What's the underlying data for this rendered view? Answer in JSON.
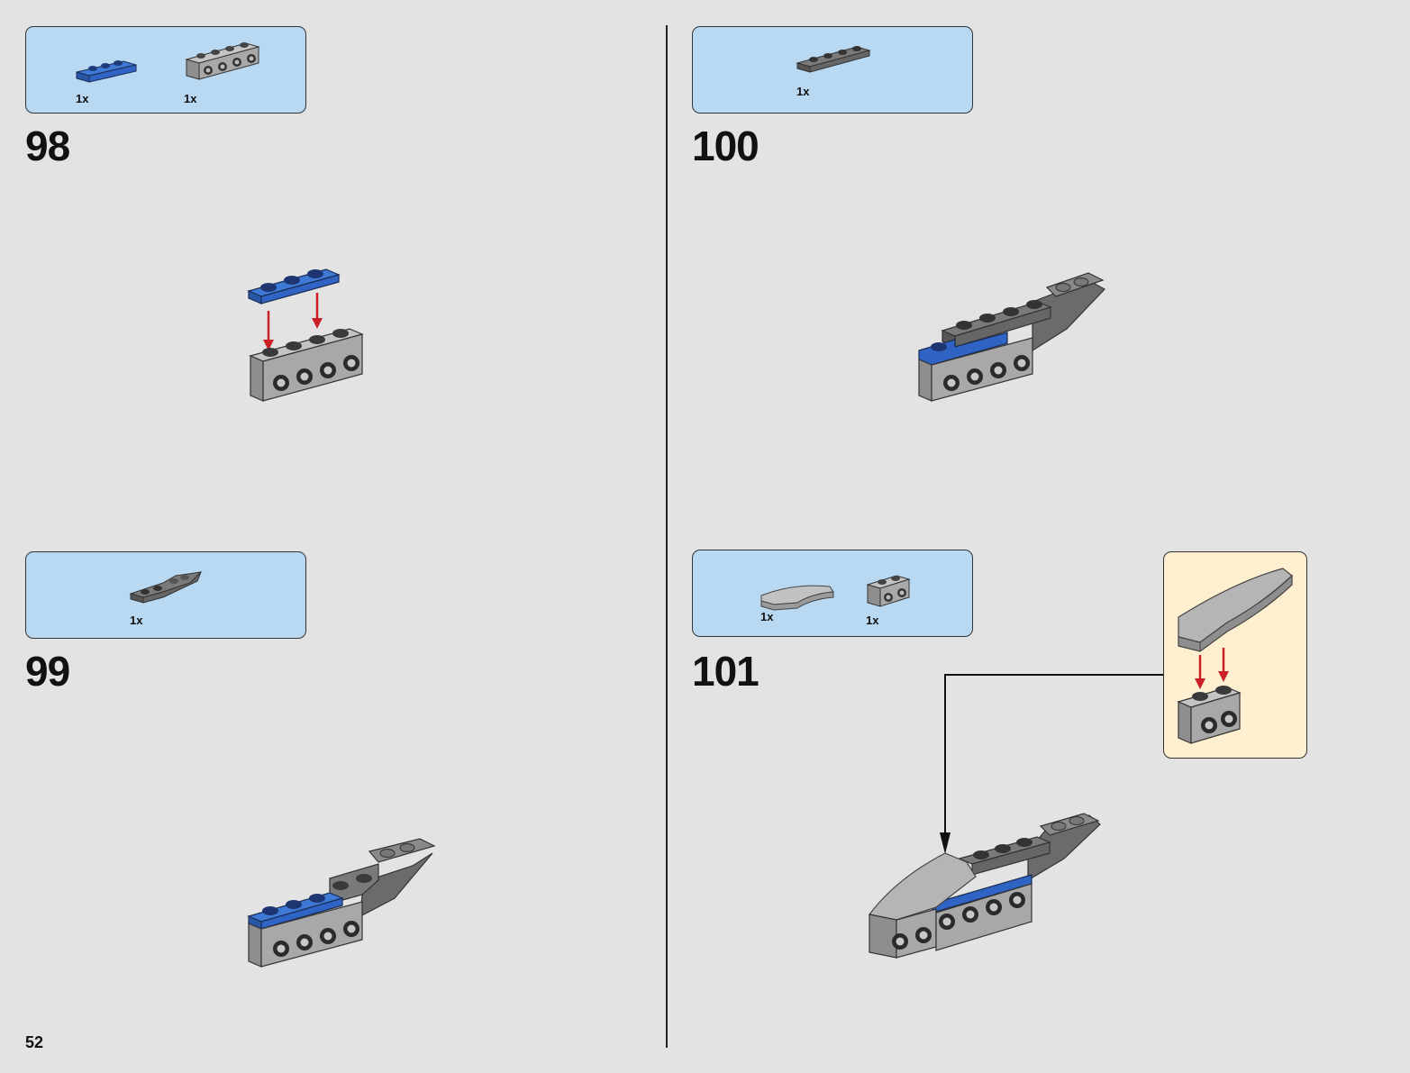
{
  "page_number": "52",
  "steps": [
    {
      "number": "98",
      "parts": [
        {
          "qty": "1x",
          "part": "blue-plate-1x3"
        },
        {
          "qty": "1x",
          "part": "gray-brick-1x4-side-studs"
        }
      ]
    },
    {
      "number": "99",
      "parts": [
        {
          "qty": "1x",
          "part": "dark-gray-wedge-plate"
        }
      ]
    },
    {
      "number": "100",
      "parts": [
        {
          "qty": "1x",
          "part": "dark-gray-plate-1x4"
        }
      ]
    },
    {
      "number": "101",
      "parts": [
        {
          "qty": "1x",
          "part": "gray-curved-slope"
        },
        {
          "qty": "1x",
          "part": "gray-brick-1x2-side-studs"
        }
      ]
    }
  ],
  "colors": {
    "page_background": "#e3e3e3",
    "parts_box": "#b9d9f3",
    "callout_box": "#fdefcf",
    "brick_blue": "#2f64c4",
    "brick_light_gray": "#a8a8a8",
    "brick_dark_gray": "#6b6b6b",
    "arrow_red": "#cc2029"
  }
}
